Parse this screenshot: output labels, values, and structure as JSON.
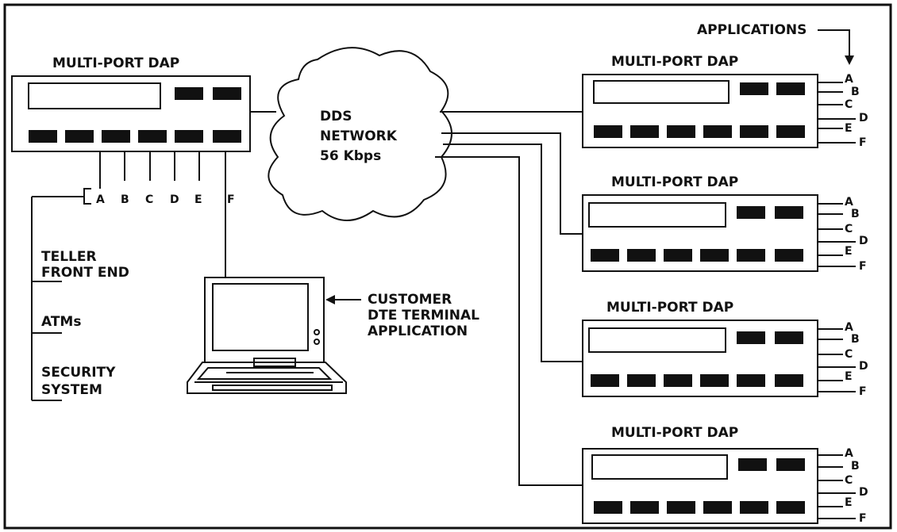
{
  "dap_title": "MULTI-PORT DAP",
  "applications_label": "APPLICATIONS",
  "network": {
    "line1": "DDS",
    "line2": "NETWORK",
    "line3": "56 Kbps"
  },
  "ports": [
    "A",
    "B",
    "C",
    "D",
    "E",
    "F"
  ],
  "applications": {
    "teller": [
      "TELLER",
      "FRONT END"
    ],
    "atms": "ATMs",
    "security": [
      "SECURITY",
      "SYSTEM"
    ]
  },
  "terminal": [
    "CUSTOMER",
    "DTE TERMINAL",
    "APPLICATION"
  ]
}
